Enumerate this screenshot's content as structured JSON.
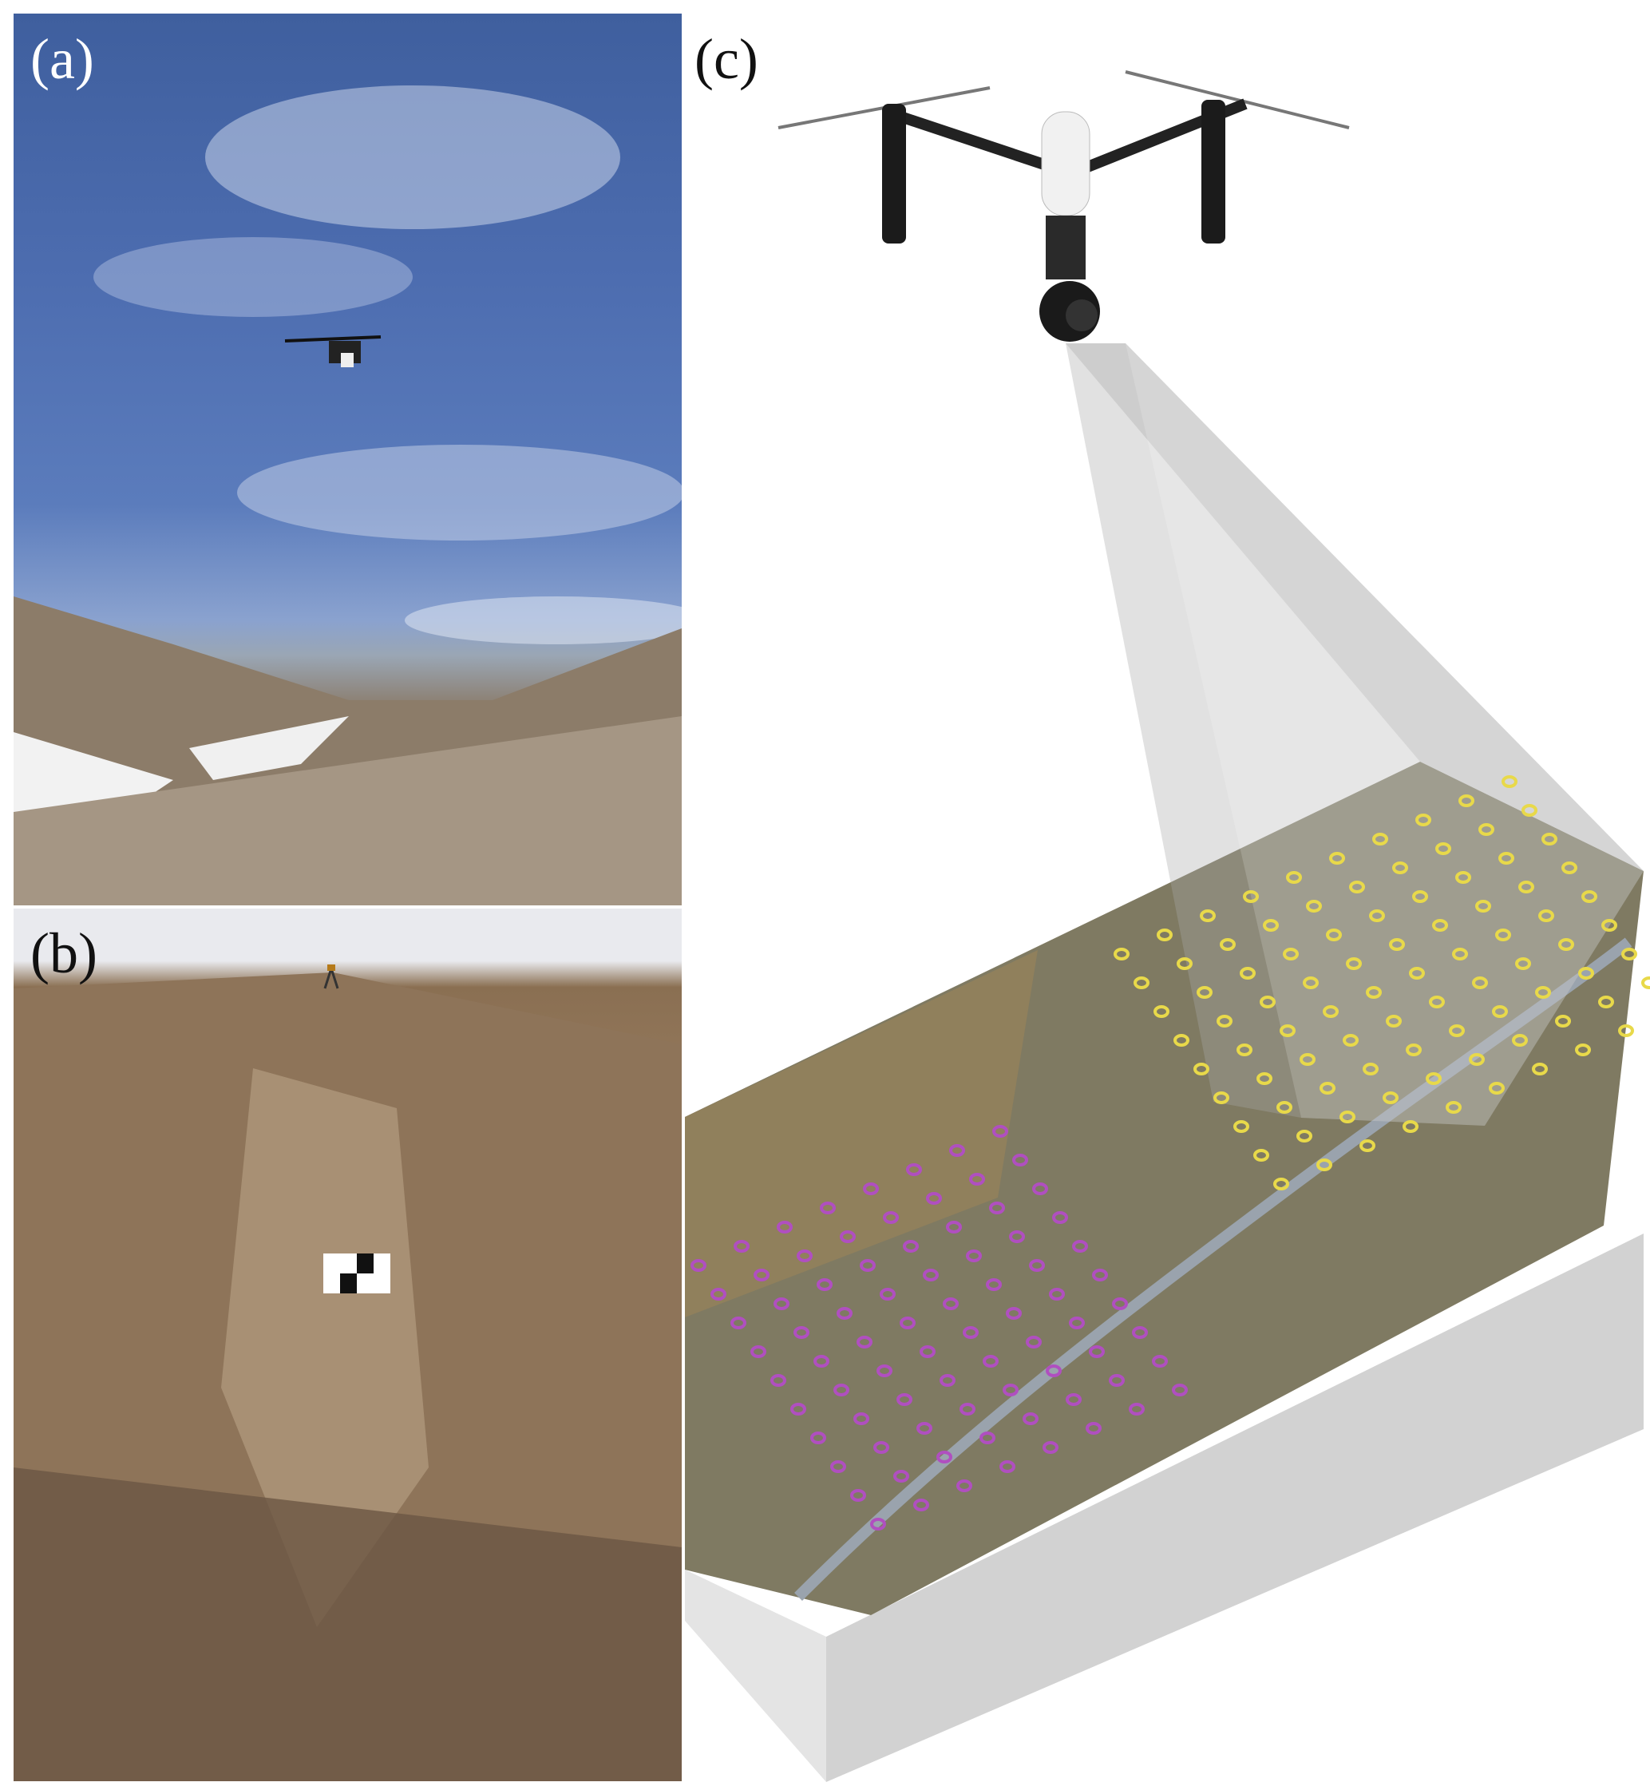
{
  "panels": [
    {
      "label": "(a)"
    },
    {
      "label": "(b)"
    },
    {
      "label": "(c)"
    }
  ],
  "colors": {
    "gcp_yellow": "#e8d94a",
    "gcp_magenta": "#b04fc0"
  }
}
